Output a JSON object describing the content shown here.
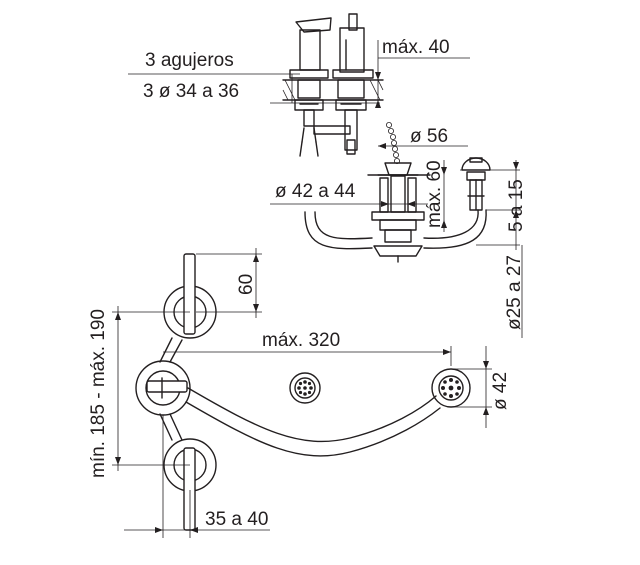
{
  "labels": {
    "holes_count": "3 agujeros",
    "holes_diameter": "3 ø 34 a 36",
    "max_thickness": "máx. 40",
    "diameter_56": "ø 56",
    "max_60": "máx. 60",
    "diameter_42_44": "ø 42 a 44",
    "range_5_15": "5 a 15",
    "diameter_25_27": "ø25 a 27",
    "height_60": "60",
    "spacing_185_190": "mín. 185 - máx. 190",
    "max_320": "máx. 320",
    "diameter_42": "ø 42",
    "range_35_40": "35 a 40"
  },
  "colors": {
    "ink": "#231f20",
    "background": "#ffffff"
  }
}
